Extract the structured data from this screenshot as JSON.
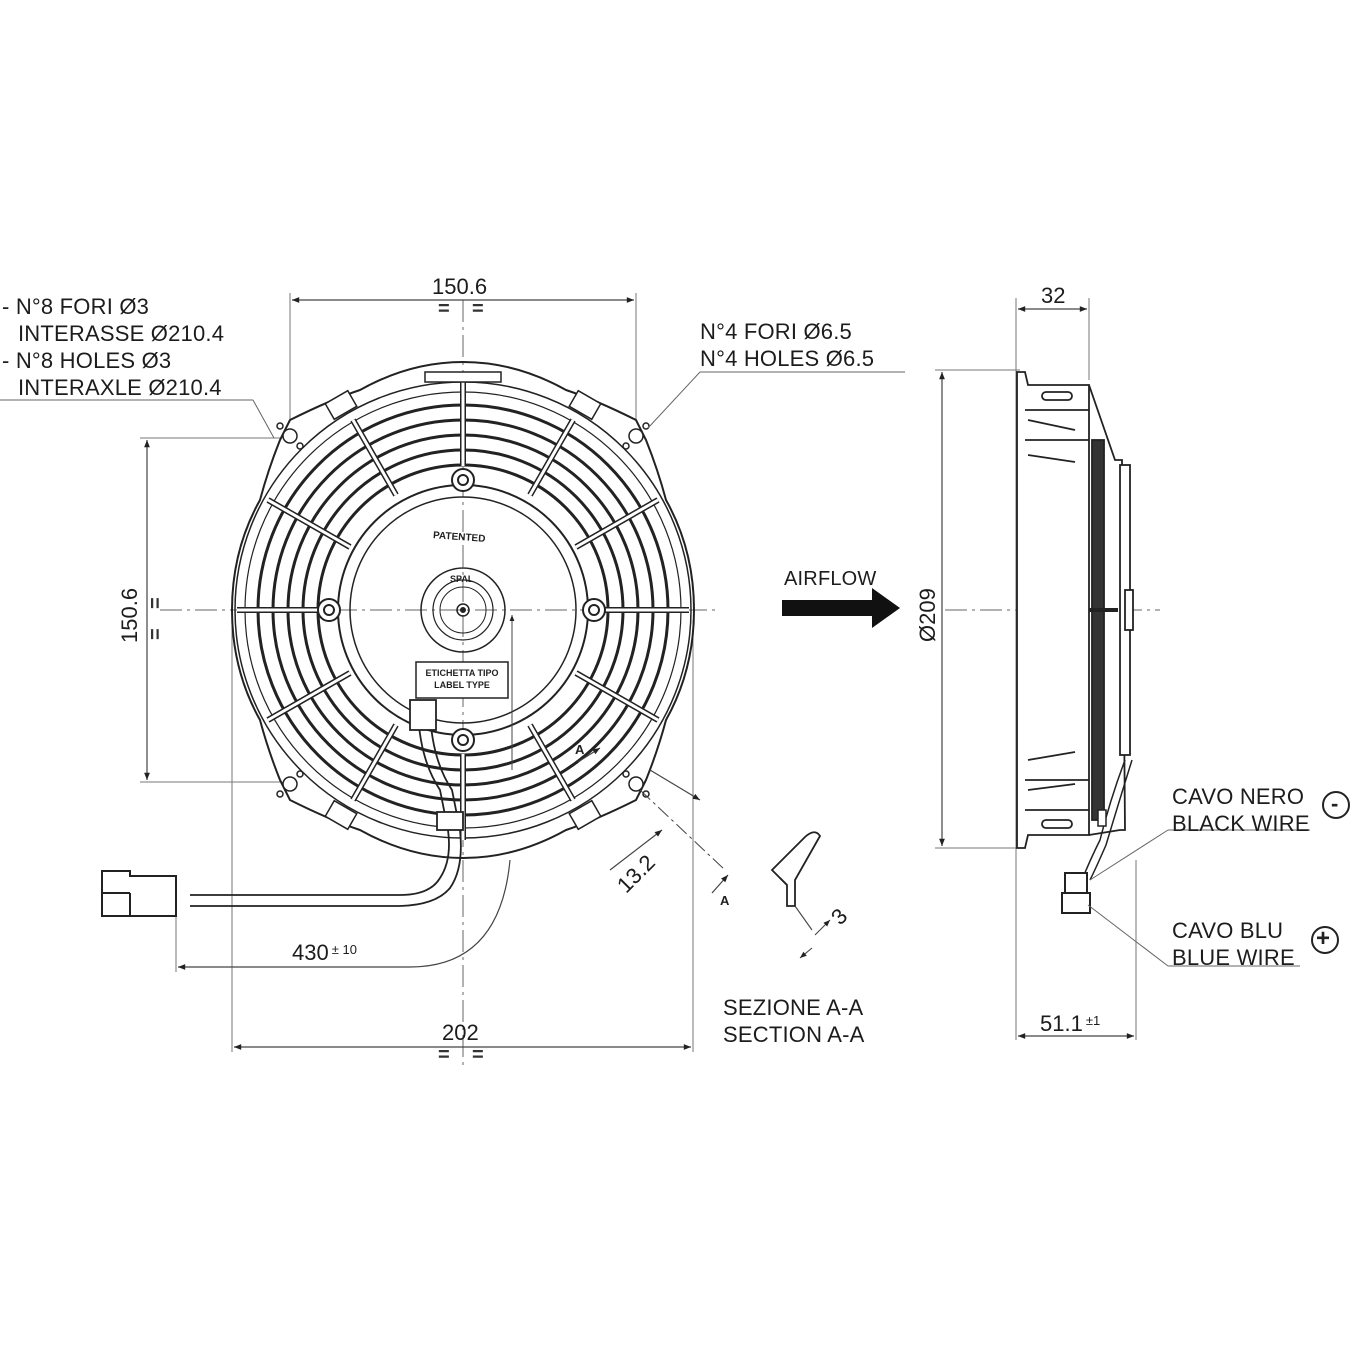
{
  "drawing": {
    "type": "Axial fan technical drawing",
    "units": "mm"
  },
  "front_view": {
    "holes_note_small": {
      "line1": "- N°8 FORI Ø3",
      "line2": "INTERASSE Ø210.4",
      "line3": "- N°8 HOLES Ø3",
      "line4": "INTERAXLE Ø210.4"
    },
    "holes_note_large": {
      "line1": "N°4 FORI Ø6.5",
      "line2": "N°4 HOLES Ø6.5"
    },
    "dim_top_width": "150.6",
    "dim_left_height": "150.6",
    "dim_overall_width": "202",
    "dim_cable_length": "430",
    "dim_cable_tolerance": "± 10",
    "dim_section_offset": "13.2",
    "equal_mark": "=",
    "hub_text_patented": "PATENTED",
    "hub_brand": "SPAL",
    "label_box": {
      "line1": "ETICHETTA TIPO",
      "line2": "LABEL TYPE"
    },
    "section_marker": "A"
  },
  "section_view": {
    "title_it": "SEZIONE A-A",
    "title_en": "SECTION A-A",
    "dim_thickness": "3",
    "marker": "A"
  },
  "side_view": {
    "airflow_label": "AIRFLOW",
    "dim_depth_top": "32",
    "dim_diameter": "Ø209",
    "dim_depth_bottom": "51.1",
    "dim_depth_tolerance": "±1",
    "black_wire": {
      "line1": "CAVO NERO",
      "line2": "BLACK WIRE",
      "polarity": "-"
    },
    "blue_wire": {
      "line1": "CAVO BLU",
      "line2": "BLUE WIRE",
      "polarity": "+"
    }
  },
  "colors": {
    "ink": "#1c1c1c",
    "thin_line": "#555555",
    "background": "#ffffff"
  }
}
